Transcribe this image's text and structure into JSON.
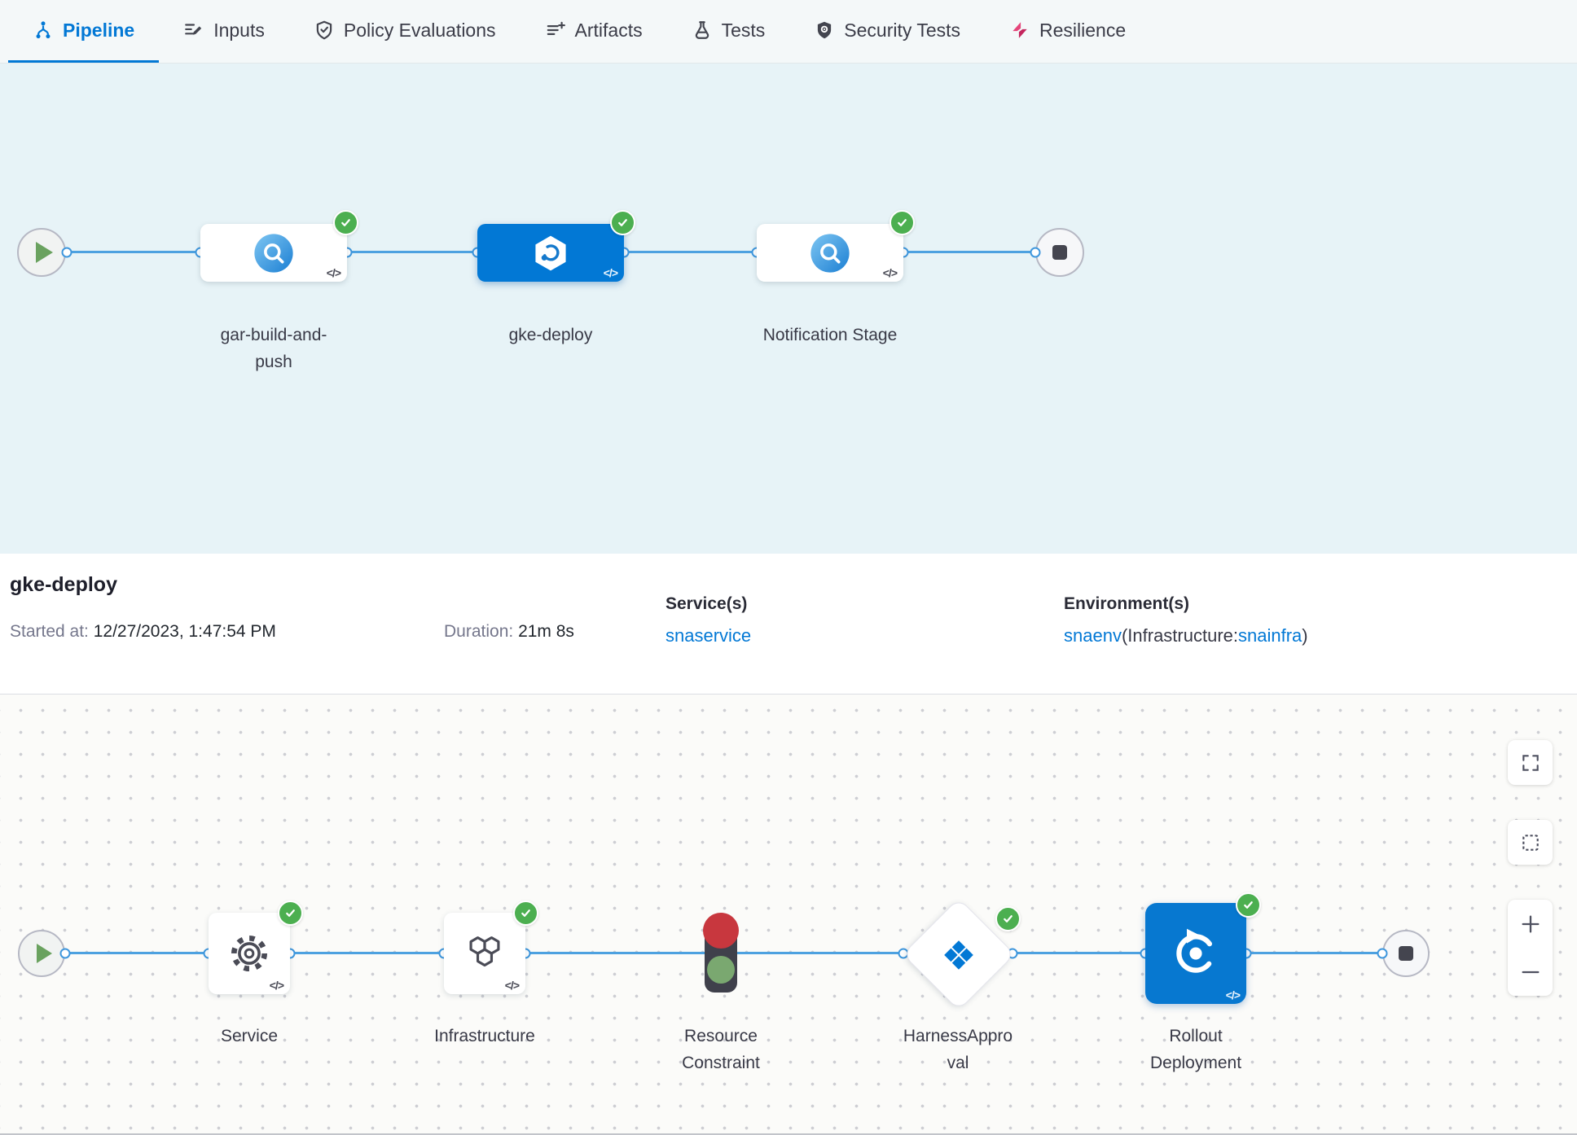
{
  "tabs": [
    {
      "label": "Pipeline"
    },
    {
      "label": "Inputs"
    },
    {
      "label": "Policy Evaluations"
    },
    {
      "label": "Artifacts"
    },
    {
      "label": "Tests"
    },
    {
      "label": "Security Tests"
    },
    {
      "label": "Resilience"
    }
  ],
  "stage_graph": {
    "stages": [
      {
        "name": "gar-build-and-push",
        "status": "success",
        "selected": false
      },
      {
        "name": "gke-deploy",
        "status": "success",
        "selected": true
      },
      {
        "name": "Notification Stage",
        "status": "success",
        "selected": false
      }
    ]
  },
  "details": {
    "title": "gke-deploy",
    "started_label": "Started at:",
    "started_value": "12/27/2023, 1:47:54 PM",
    "duration_label": "Duration:",
    "duration_value": "21m 8s",
    "services_label": "Service(s)",
    "service_link": "snaservice",
    "environments_label": "Environment(s)",
    "env_link": "snaenv",
    "env_infra_prefix": "(Infrastructure:",
    "env_infra_link": "snainfra",
    "env_suffix": ")"
  },
  "execution_graph": {
    "steps": [
      {
        "name": "Service",
        "status": "success"
      },
      {
        "name": "Infrastructure",
        "status": "success"
      },
      {
        "name": "Resource Constraint",
        "status": "none"
      },
      {
        "name": "HarnessApproval",
        "status": "success"
      },
      {
        "name": "Rollout Deployment",
        "status": "success"
      }
    ]
  },
  "icons": {
    "code": "</>"
  },
  "colors": {
    "accent": "#0278d5",
    "success": "#4caf50",
    "connector": "#4da1e0",
    "selected_stage": "#0278d5",
    "resilience": "#e5457a"
  }
}
